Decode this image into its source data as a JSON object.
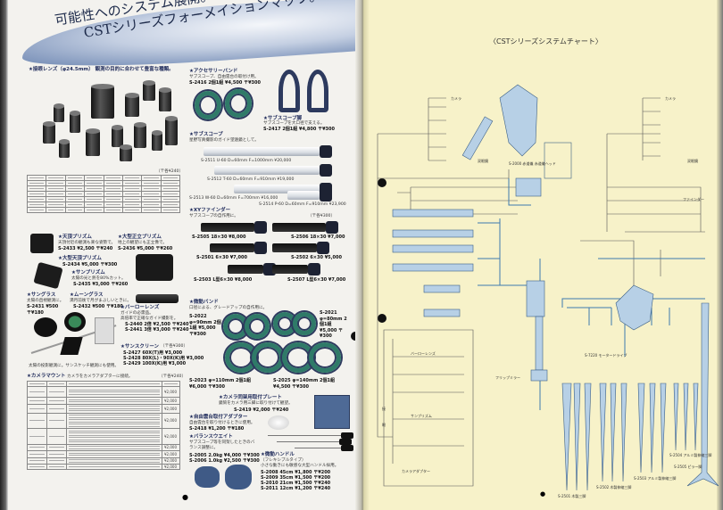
{
  "title": {
    "line1": "可能性へのシステム展開。",
    "line2": "CSTシリーズフォーメイションマップ。"
  },
  "left": {
    "eyepieces": {
      "heading": "★接眼レンズ（φ24.5mm） 観測の目的に合わせて豊富な種類。",
      "table_note": "（〒各¥240）"
    },
    "accessory_band": {
      "heading": "★アクセサリーバンド",
      "desc": "サブスコープ、自由雲台の取付け用。",
      "price": "S-2416 2個1組 ¥4,500 〒¥300"
    },
    "subscope_legs": {
      "heading": "★サブスコープ脚",
      "desc": "サブスコープを大口径で支える。",
      "price": "S-2417 2個1組 ¥4,800 〒¥300"
    },
    "subscope": {
      "heading": "★サブスコープ",
      "desc": "星野写真撮影のガイド望遠鏡として。",
      "items": [
        "S-2511 U-60 D=60mm F=1000mm ¥20,000",
        "S-2512 T-60 D=60mm F=910mm ¥19,000",
        "S-2513 W-60 D=60mm F=700mm ¥16,000",
        "S-2514 P-60 D=60mm F=910mm ¥23,900"
      ]
    },
    "xy_finder": {
      "heading": "★XYファインダー",
      "desc": "サブスコープの自作用に。",
      "note": "（〒各¥300）",
      "items": [
        "S-2505 18×30 ¥8,000",
        "S-2506 18×30 ¥7,000",
        "S-2501 6×30 ¥7,000",
        "S-2502 6×30 ¥5,000",
        "S-2503 L型6×30 ¥8,000",
        "S-2507 L型6×30 ¥7,000"
      ]
    },
    "guide_band": {
      "heading": "★微動バンド",
      "desc": "口径による、グレードアップの自作用に。",
      "items": [
        "S-2022 φ=90mm 2個1組 ¥5,000 〒¥300",
        "S-2021 φ=80mm 2個1組 ¥5,000 〒¥300",
        "S-2023 φ=110mm 2個1組 ¥6,000 〒¥300",
        "S-2025 φ=140mm 2個1組 ¥4,500 〒¥300"
      ]
    },
    "camera_plate": {
      "heading": "★カメラ同架用取付プレート",
      "desc": "鏡筒をカメラ用三脚に取り付けて観望。",
      "price": "S-2419 ¥2,000 〒¥240"
    },
    "pan_adapter": {
      "heading": "★自由雲台取付アダプター",
      "desc": "自由雲台を取り付けるときに使用。",
      "price": "S-2418 ¥1,200 〒¥180"
    },
    "balance_weight": {
      "heading": "★バランスウエイト",
      "desc": "サブスコープ等を同架したときのバランス調整に。",
      "items": [
        "S-2005 2.0kg ¥4,000 〒¥300",
        "S-2006 1.0kg ¥2,500 〒¥300"
      ]
    },
    "slow_handle": {
      "heading": "★微動ハンドル",
      "sub": "（フレキシブルタイプ）",
      "desc": "小さな動きにも敏感な大型ハンドル採用。",
      "items": [
        "S-2008 45cm ¥1,800 〒¥200",
        "S-2009 35cm ¥1,500 〒¥200",
        "S-2010 21cm ¥1,500 〒¥240",
        "S-2011 12cm ¥1,200 〒¥240"
      ]
    },
    "zenith_prism": {
      "heading": "★天頂プリズム",
      "desc": "天頂付近の観測も楽な姿勢で。",
      "price": "S-2433 ¥2,500 〒¥240"
    },
    "erect_prism": {
      "heading": "★大型正立プリズム",
      "desc": "地上の観望にも正立像で。",
      "price": "S-2436 ¥5,000 〒¥260"
    },
    "large_zenith": {
      "heading": "★大型天頂プリズム",
      "price": "S-2434 ¥5,000 〒¥300"
    },
    "sun_prism": {
      "heading": "★サンプリズム",
      "desc": "太陽の光と熱を80%カット。",
      "price": "S-2435 ¥3,000 〒¥260"
    },
    "sunglass": {
      "heading": "★サングラス",
      "desc": "太陽の直視観測に。",
      "price": "S-2431 ¥500 〒¥180"
    },
    "moonglass": {
      "heading": "★ムーングラス",
      "desc": "満月前後で月がまぶしいときに。",
      "price": "S-2432 ¥500 〒¥180"
    },
    "barlow": {
      "heading": "★バーローレンズ",
      "desc1": "ガイドの必需品。",
      "desc2": "高倍率で正確なガイド撮影を。",
      "items": [
        "S-2440 2倍 ¥2,500 〒¥240",
        "S-2441 3倍 ¥3,000 〒¥240"
      ]
    },
    "sunscreen": {
      "heading": "★サンスクリーン",
      "note": "（〒各¥300）",
      "items": [
        "S-2427 60X(T)用 ¥3,000",
        "S-2428 80X(L)・90X(K)用 ¥3,000",
        "S-2429 100X(K)用 ¥3,000"
      ],
      "caption": "太陽の投影観測に。サンスケッチ観測にも使用。"
    },
    "camera_mount": {
      "heading": "★カメラマウント",
      "desc": "カメラをカメラアダプターに接続。",
      "note": "（〒各¥240）",
      "rows": [
        {
          "price": "¥2,000"
        },
        {
          "price": "¥2,000"
        },
        {
          "price": "¥2,000"
        },
        {
          "price": "¥2,000"
        },
        {
          "price": "¥2,000"
        },
        {
          "price": "¥2,000"
        },
        {
          "price": "¥2,000"
        },
        {
          "price": "¥2,000"
        },
        {
          "price": "¥2,000"
        }
      ]
    }
  },
  "right": {
    "chart_title": "〈CSTシリーズシステムチャート〉",
    "labels": {
      "mount_main": "S-2000 赤道儀 赤道儀ヘッド",
      "camera": "カメラ",
      "binoculars": "双眼鏡",
      "finder": "ファインダー",
      "motor": "S-7220 モータードライブ",
      "tripod1": "S-2501 木製三脚",
      "tripod2": "S-2502 木製伸縮三脚",
      "tripod3": "S-2503 アルミ製伸縮三脚",
      "tripod4": "S-2504 アルミ製伸縮三脚",
      "pier": "S-2505 ピラー脚",
      "eyepiece_box_a": "接",
      "eyepiece_box_b": "眼",
      "barlow": "バーローレンズ",
      "sun_prism": "サンプリズム",
      "camera_adapter": "カメラアダプター",
      "flip_mirror": "フリップミラー"
    }
  },
  "page_numbers": {
    "left": "●",
    "right": "●"
  }
}
